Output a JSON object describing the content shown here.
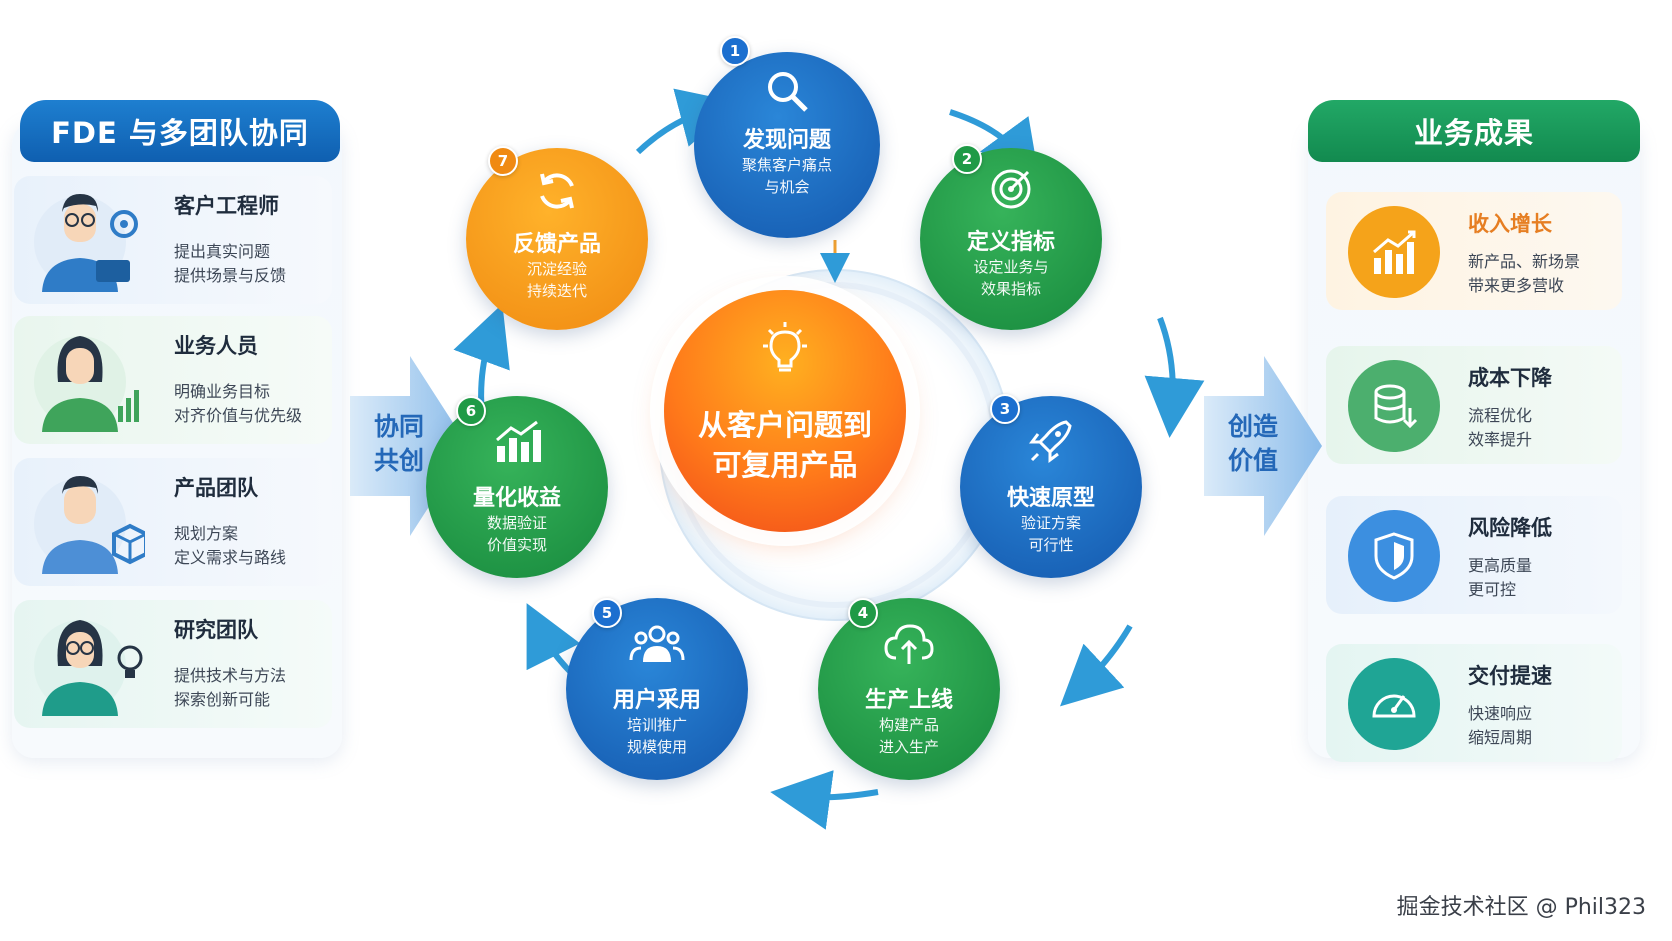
{
  "left_panel": {
    "title": "FDE 与多团队协同",
    "rows": [
      {
        "title": "客户工程师",
        "line1": "提出真实问题",
        "line2": "提供场景与反馈"
      },
      {
        "title": "业务人员",
        "line1": "明确业务目标",
        "line2": "对齐价值与优先级"
      },
      {
        "title": "产品团队",
        "line1": "规划方案",
        "line2": "定义需求与路线"
      },
      {
        "title": "研究团队",
        "line1": "提供技术与方法",
        "line2": "探索创新可能"
      }
    ]
  },
  "right_panel": {
    "title": "业务成果",
    "items": [
      {
        "title": "收入增长",
        "line1": "新产品、新场景",
        "line2": "带来更多营收",
        "color": "#f39c12"
      },
      {
        "title": "成本下降",
        "line1": "流程优化",
        "line2": "效率提升",
        "color": "#27ae60"
      },
      {
        "title": "风险降低",
        "line1": "更高质量",
        "line2": "更可控",
        "color": "#2e86de"
      },
      {
        "title": "交付提速",
        "line1": "快速响应",
        "line2": "缩短周期",
        "color": "#16a085"
      }
    ]
  },
  "mid_labels": {
    "left": [
      "协同",
      "共创"
    ],
    "right": [
      "创造",
      "价值"
    ]
  },
  "center": {
    "line1": "从客户问题到",
    "line2": "可复用产品"
  },
  "cycle": [
    {
      "num": "1",
      "title": "发现问题",
      "line1": "聚焦客户痛点",
      "line2": "与机会",
      "icon": "search-icon"
    },
    {
      "num": "2",
      "title": "定义指标",
      "line1": "设定业务与",
      "line2": "效果指标",
      "icon": "target-icon"
    },
    {
      "num": "3",
      "title": "快速原型",
      "line1": "验证方案",
      "line2": "可行性",
      "icon": "rocket-icon"
    },
    {
      "num": "4",
      "title": "生产上线",
      "line1": "构建产品",
      "line2": "进入生产",
      "icon": "cloud-upload-icon"
    },
    {
      "num": "5",
      "title": "用户采用",
      "line1": "培训推广",
      "line2": "规模使用",
      "icon": "users-icon"
    },
    {
      "num": "6",
      "title": "量化收益",
      "line1": "数据验证",
      "line2": "价值实现",
      "icon": "bar-chart-icon"
    },
    {
      "num": "7",
      "title": "反馈产品",
      "line1": "沉淀经验",
      "line2": "持续迭代",
      "icon": "refresh-icon"
    }
  ],
  "watermark": "掘金技术社区 @ Phil323"
}
